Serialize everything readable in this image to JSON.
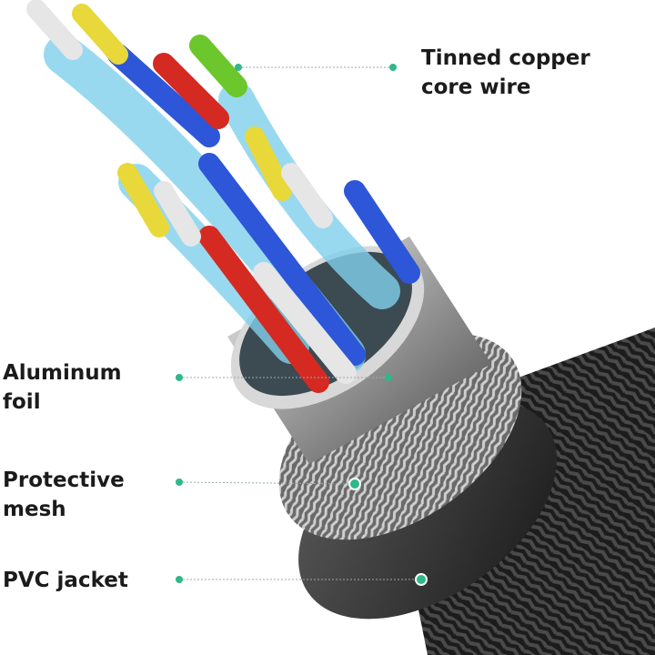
{
  "labels": {
    "core_wire": "Tinned copper\ncore wire",
    "foil": "Aluminum\nfoil",
    "mesh": "Protective\nmesh",
    "jacket": "PVC jacket"
  },
  "colors": {
    "accent_dot": "#2fb88a",
    "jacket": "#2a2a2a",
    "foil": "#b9b9b9",
    "wire_blue": "#2d56d8",
    "wire_red": "#d42a22",
    "wire_yellow": "#e8d83a",
    "wire_green": "#6cc72c",
    "insulation": "#7fd0ec"
  }
}
